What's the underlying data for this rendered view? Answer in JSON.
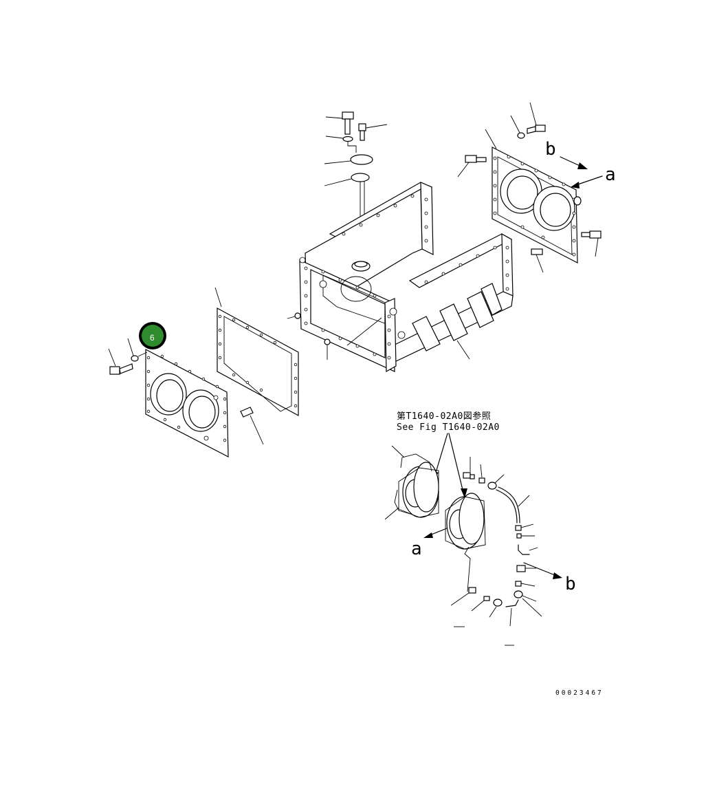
{
  "callout_badge": {
    "number": "6",
    "color": "#2e8b2e",
    "ring_color": "#000000"
  },
  "view_letters": {
    "a_top": "a",
    "b_top": "b",
    "a_bottom": "a",
    "b_bottom": "b"
  },
  "reference": {
    "line_jp": "第T1640-02A0図参照",
    "line_en": "See Fig T1640-02A0"
  },
  "drawing_code": "00023467",
  "icons": [
    "bolt-icon",
    "washer-icon",
    "plug-icon",
    "o-ring-icon",
    "dowel-pin-icon",
    "elbow-fitting-icon",
    "hose-icon"
  ]
}
